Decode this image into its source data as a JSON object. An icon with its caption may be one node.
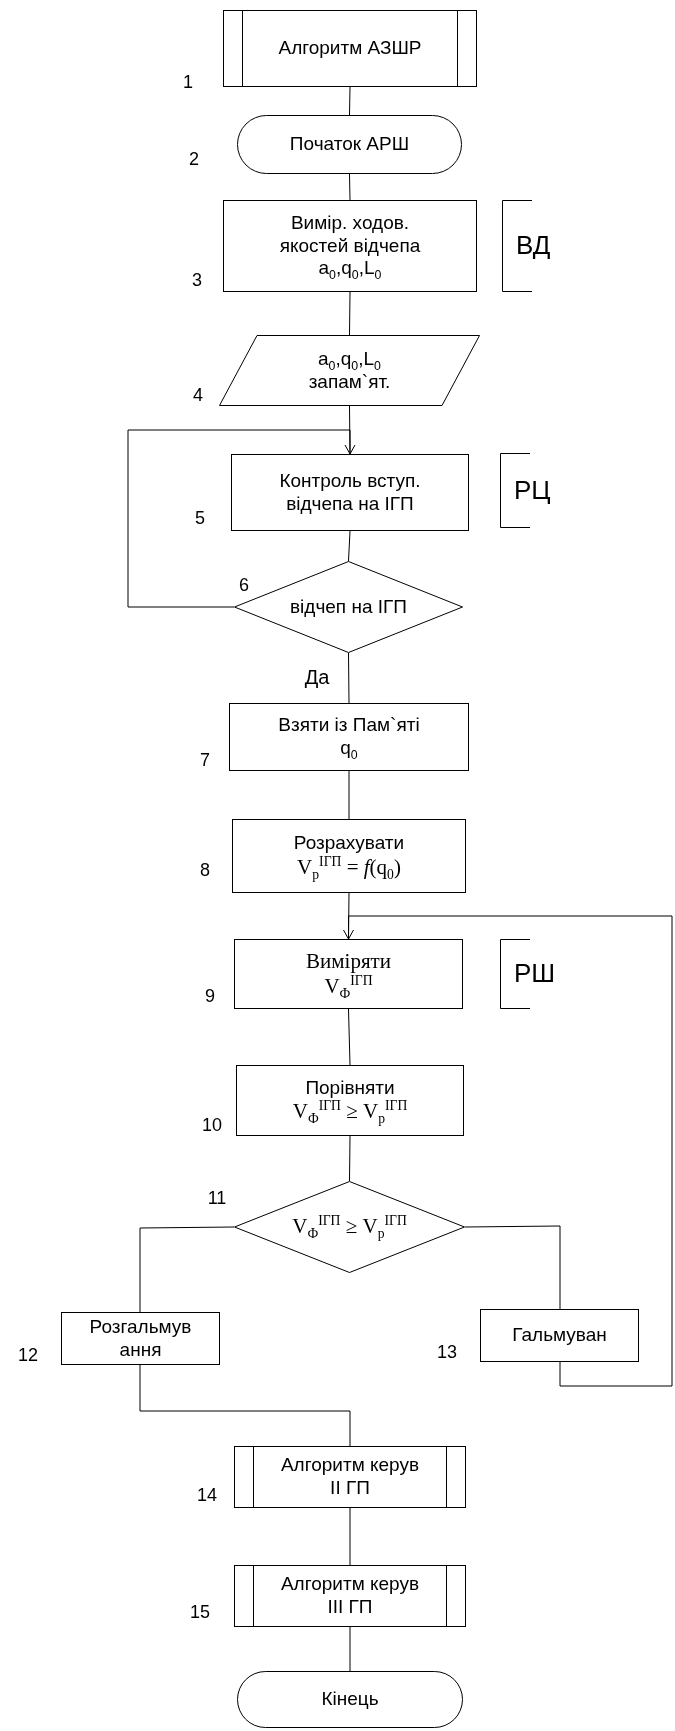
{
  "diagram": {
    "nodes": [
      {
        "text": [
          "Алгоритм АЗШР"
        ],
        "beside": [
          "1"
        ]
      },
      {
        "text": [
          "Початок АРШ"
        ],
        "beside": [
          "2"
        ]
      },
      {
        "text": [
          "Вимір. ходов. якостей відчепа",
          "a$_{0}$,q$_{0}$,L$_{0}$"
        ],
        "beside": [
          "3"
        ]
      },
      {
        "text": [
          "a$_{0}$,q$_{0}$,L$_{0}$",
          "запам`ят."
        ],
        "beside": [
          "4"
        ]
      },
      {
        "text": [
          "Контроль вступ. відчепа на ІГП"
        ],
        "beside": [
          "5"
        ]
      },
      {
        "text": [
          "відчеп на ІГП"
        ],
        "beside": [
          "6"
        ]
      },
      {
        "text": [
          "Взяти із Пам`яті q$_{0}$"
        ],
        "beside": [
          "7"
        ]
      },
      {
        "text": [
          "Розрахувати",
          "V$_{р}$$^{ІГП}$ = *f*(q$_{0}$)"
        ],
        "beside": [
          "8"
        ]
      },
      {
        "text": [
          "Виміряти",
          "V$_{Ф}$$^{ІГП}$"
        ],
        "beside": [
          "9"
        ]
      },
      {
        "text": [
          "Порівняти",
          "V$_{Ф}$$^{ІГП}$ ≥ V$_{р}$$^{ІГП}$"
        ],
        "beside": [
          "10"
        ]
      },
      {
        "text": [
          "V$_{Ф}$$^{ІГП}$ ≥ V$_{р}$$^{ІГП}$"
        ],
        "beside": [
          "11"
        ]
      },
      {
        "text": [
          "Розгальмув ання"
        ],
        "beside": [
          "12"
        ]
      },
      {
        "text": [
          "Гальмуван"
        ],
        "beside": [
          "13"
        ]
      },
      {
        "text": [
          "Алгоритм керув ІІ ГП"
        ],
        "beside": [
          "14"
        ]
      },
      {
        "text": [
          "Алгоритм керув ІІІ ГП"
        ],
        "beside": [
          "15"
        ]
      },
      {
        "text": [
          "Кінець"
        ]
      },
      {
        "text": [
          "ВД"
        ]
      },
      {
        "text": [
          "РЦ"
        ]
      },
      {
        "text": [
          "РШ"
        ]
      }
    ],
    "edges": [
      {
        "from": 0,
        "to": 1,
        "arrow": "none"
      },
      {
        "from": 1,
        "to": 2,
        "arrow": "none"
      },
      {
        "from": 2,
        "to": 3,
        "arrow": "none"
      },
      {
        "from": 3,
        "to": 4,
        "arrow": "none"
      },
      {
        "from": 4,
        "to": 5,
        "arrow": "none"
      },
      {
        "from": 5,
        "to": 4,
        "arrow": "to"
      },
      {
        "from": 5,
        "to": 6,
        "arrow": "none",
        "label": "Да"
      },
      {
        "from": 6,
        "to": 7,
        "arrow": "none"
      },
      {
        "from": 7,
        "to": 8,
        "arrow": "none"
      },
      {
        "from": 8,
        "to": 9,
        "arrow": "none"
      },
      {
        "from": 9,
        "to": 10,
        "arrow": "none"
      },
      {
        "from": 10,
        "to": 11,
        "arrow": "none"
      },
      {
        "from": 10,
        "to": 12,
        "arrow": "none"
      },
      {
        "from": 11,
        "to": 13,
        "arrow": "none"
      },
      {
        "from": 12,
        "to": 8,
        "arrow": "to"
      },
      {
        "from": 13,
        "to": 14,
        "arrow": "none"
      },
      {
        "from": 14,
        "to": 15,
        "arrow": "none"
      }
    ]
  }
}
